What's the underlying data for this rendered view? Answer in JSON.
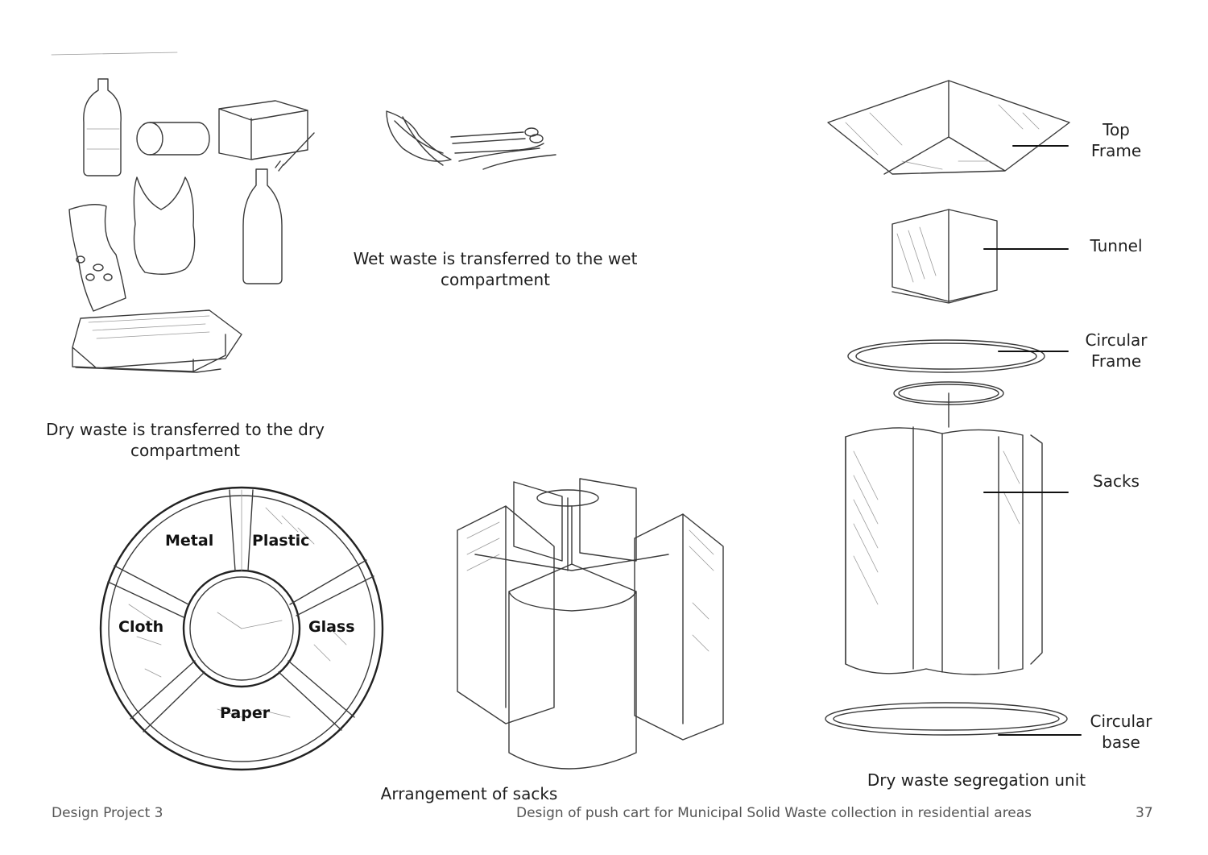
{
  "captions": {
    "dry_waste": "Dry waste is transferred to the dry compartment",
    "wet_waste": "Wet waste is transferred to the wet compartment",
    "arrangement": "Arrangement of sacks",
    "segregation_unit": "Dry waste segregation unit"
  },
  "segments": {
    "metal": "Metal",
    "plastic": "Plastic",
    "cloth": "Cloth",
    "glass": "Glass",
    "paper": "Paper"
  },
  "parts": {
    "top_frame": "Top Frame",
    "tunnel": "Tunnel",
    "circular_frame": "Circular Frame",
    "sacks": "Sacks",
    "circular_base": "Circular base"
  },
  "footer": {
    "left": "Design Project 3",
    "center": "Design of push cart for Municipal Solid Waste collection in residential areas",
    "page_number": "37"
  }
}
